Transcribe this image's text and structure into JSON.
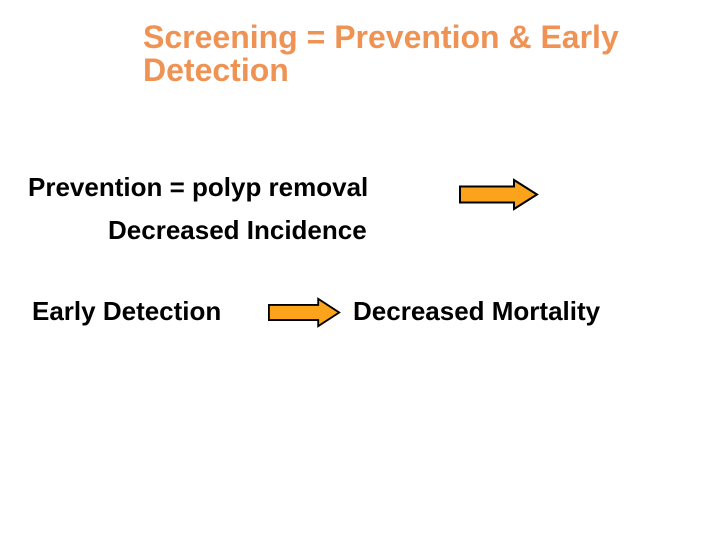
{
  "slide": {
    "title": "Screening = Prevention & Early Detection",
    "title_lines": [
      "Screening = Prevention & Early",
      "Detection"
    ],
    "body": {
      "prevention_line": "Prevention = polyp removal",
      "incidence_line": "Decreased Incidence",
      "early_detection_line": "Early Detection",
      "mortality_line": "Decreased Mortality"
    },
    "icons": {
      "arrow_1": "right-arrow-icon",
      "arrow_2": "right-arrow-icon"
    },
    "colors": {
      "background": "#FFFFFF",
      "title_text": "#EF9355",
      "body_text": "#000000",
      "arrow_fill": "#FCA31C",
      "arrow_outline": "#000000"
    }
  }
}
